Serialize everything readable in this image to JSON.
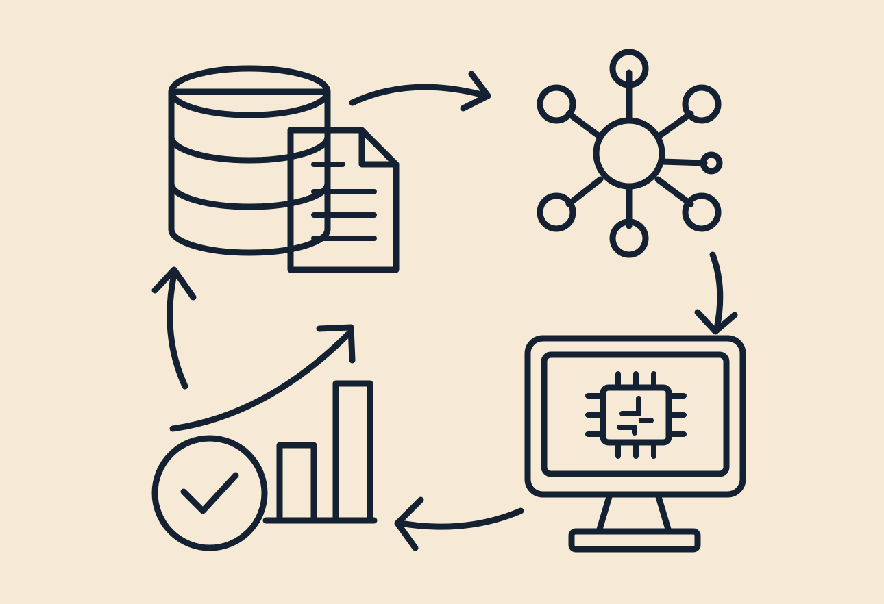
{
  "diagram": {
    "type": "cycle",
    "colors": {
      "background": "#f6ead6",
      "outline": "#142132",
      "database": "#3f7598",
      "node_green": "#4f9b76",
      "orange": "#eb9a3f",
      "check_green": "#3d8864",
      "monitor_stand": "#d8c7a7",
      "paper": "#ffffff"
    },
    "stages": [
      {
        "id": "data",
        "icon": "database-with-document-icon"
      },
      {
        "id": "network",
        "icon": "network-hub-icon"
      },
      {
        "id": "compute",
        "icon": "monitor-with-chip-icon"
      },
      {
        "id": "results",
        "icon": "checkmark-with-rising-bar-chart-icon"
      }
    ],
    "flow": [
      {
        "from": "data",
        "to": "network",
        "icon": "curved-arrow-icon"
      },
      {
        "from": "network",
        "to": "compute",
        "icon": "curved-arrow-icon"
      },
      {
        "from": "compute",
        "to": "results",
        "icon": "curved-arrow-icon"
      },
      {
        "from": "results",
        "to": "data",
        "icon": "curved-arrow-icon"
      }
    ],
    "bar_chart": {
      "bar_values": [
        0.55,
        1.0
      ],
      "trend": "rising"
    }
  }
}
